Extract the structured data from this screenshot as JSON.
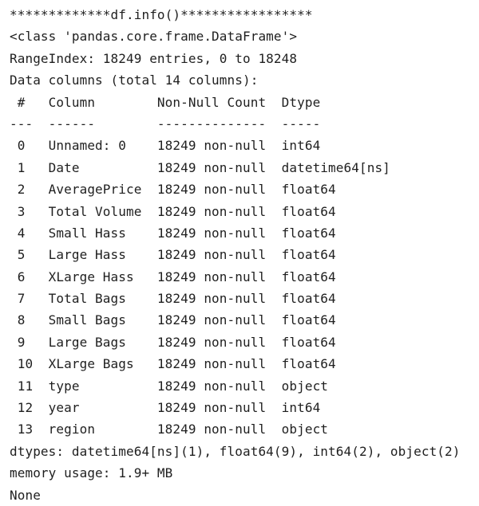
{
  "console": {
    "lines": [
      "*************df.info()*****************",
      "<class 'pandas.core.frame.DataFrame'>",
      "RangeIndex: 18249 entries, 0 to 18248",
      "Data columns (total 14 columns):",
      " #   Column        Non-Null Count  Dtype         ",
      "---  ------        --------------  -----         ",
      " 0   Unnamed: 0    18249 non-null  int64         ",
      " 1   Date          18249 non-null  datetime64[ns]",
      " 2   AveragePrice  18249 non-null  float64       ",
      " 3   Total Volume  18249 non-null  float64       ",
      " 4   Small Hass    18249 non-null  float64       ",
      " 5   Large Hass    18249 non-null  float64       ",
      " 6   XLarge Hass   18249 non-null  float64       ",
      " 7   Total Bags    18249 non-null  float64       ",
      " 8   Small Bags    18249 non-null  float64       ",
      " 9   Large Bags    18249 non-null  float64       ",
      " 10  XLarge Bags   18249 non-null  float64       ",
      " 11  type          18249 non-null  object        ",
      " 12  year          18249 non-null  int64         ",
      " 13  region        18249 non-null  object        ",
      "dtypes: datetime64[ns](1), float64(9), int64(2), object(2)",
      "memory usage: 1.9+ MB",
      "None"
    ]
  }
}
